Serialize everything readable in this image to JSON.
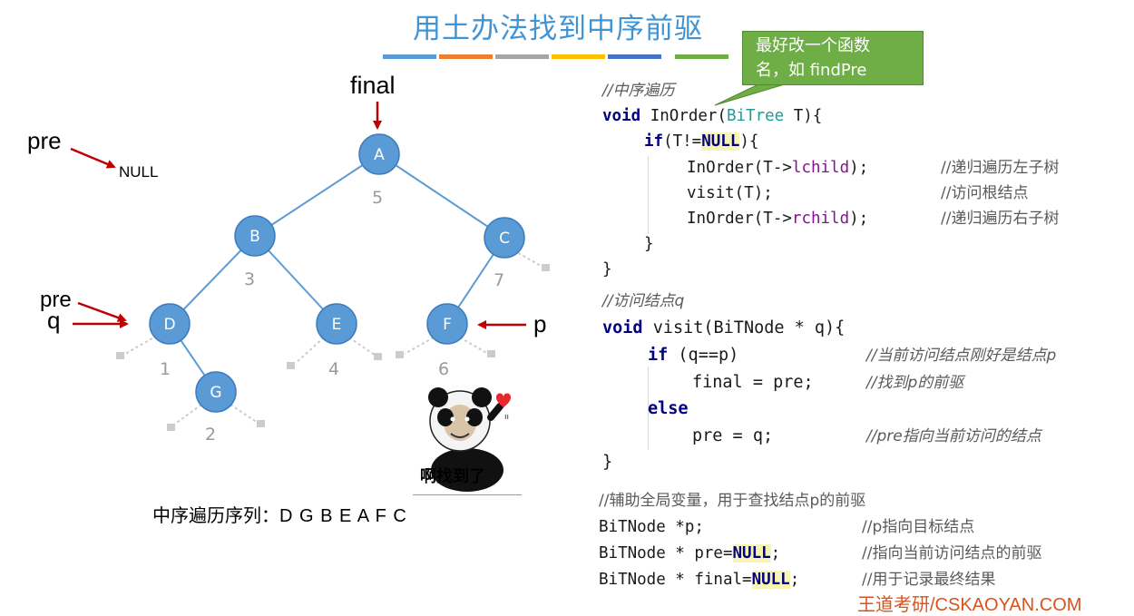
{
  "title": "用土办法找到中序前驱",
  "title_stripe_colors": [
    "#5b9bd5",
    "#ed7d31",
    "#a5a5a5",
    "#ffc000",
    "#4472c4",
    "#70ad47"
  ],
  "callout": {
    "line1": "最好改一个函数",
    "line2": "名，如 findPre"
  },
  "tree": {
    "nodes": [
      {
        "id": "A",
        "order": "5"
      },
      {
        "id": "B",
        "order": "3"
      },
      {
        "id": "C",
        "order": "7"
      },
      {
        "id": "D",
        "order": "1"
      },
      {
        "id": "E",
        "order": "4"
      },
      {
        "id": "F",
        "order": "6"
      },
      {
        "id": "G",
        "order": "2"
      }
    ],
    "labels": {
      "final": "final",
      "pre_top": "pre",
      "null": "NULL",
      "pre_d": "pre",
      "q": "q",
      "p": "p"
    }
  },
  "sequence": {
    "label": "中序遍历序列：",
    "value": "D G B E A F C"
  },
  "sticker_caption": "啊找到了",
  "code": {
    "inorder_comment": "//中序遍历",
    "inorder_sig": {
      "kw": "void",
      "name": " InOrder(",
      "type": "BiTree",
      "rest": " T){"
    },
    "if_line": {
      "kw": "if",
      "pre": "(T!=",
      "null": "NULL",
      "post": "){"
    },
    "lchild": {
      "pre": "InOrder(T->",
      "field": "lchild",
      "post": ");",
      "comment": "//递归遍历左子树"
    },
    "visit_call": {
      "code": "visit(T);",
      "comment": "//访问根结点"
    },
    "rchild": {
      "pre": "InOrder(T->",
      "field": "rchild",
      "post": ");",
      "comment": "//递归遍历右子树"
    },
    "close_inner": "}",
    "close_outer": "}",
    "visit_comment": "//访问结点q",
    "visit_sig": {
      "kw": "void",
      "rest": " visit(BiTNode * q){"
    },
    "if_qp": {
      "kw": "if",
      "code": " (q==p)",
      "comment": "//当前访问结点刚好是结点p"
    },
    "final_assign": {
      "code": "final = pre;",
      "comment": "//找到p的前驱"
    },
    "else_kw": "else",
    "pre_assign": {
      "code": "pre = q;",
      "comment": "//pre指向当前访问的结点"
    },
    "close_visit": "}",
    "globals_comment": "//辅助全局变量，用于查找结点p的前驱",
    "g_p": {
      "code": "BiTNode *p;",
      "comment": "//p指向目标结点"
    },
    "g_pre": {
      "code": "BiTNode * pre=",
      "null": "NULL",
      "post": ";",
      "comment": "//指向当前访问结点的前驱"
    },
    "g_final": {
      "code": "BiTNode * final=",
      "null": "NULL",
      "post": ";",
      "comment": "//用于记录最终结果"
    }
  },
  "watermark": "王道考研/CSKAOYAN.COM"
}
